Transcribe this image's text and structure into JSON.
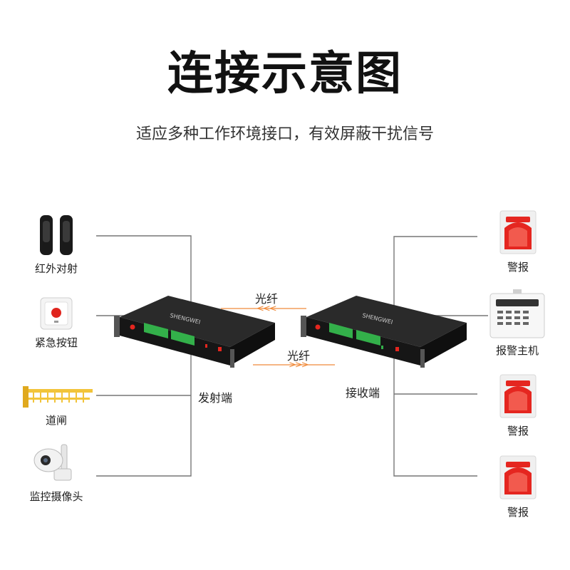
{
  "header": {
    "title": "连接示意图",
    "subtitle": "适应多种工作环境接口，有效屏蔽干扰信号"
  },
  "left_devices": [
    {
      "label": "红外对射",
      "icon": "infrared-beam-detector-icon"
    },
    {
      "label": "紧急按钮",
      "icon": "emergency-button-icon"
    },
    {
      "label": "道闸",
      "icon": "barrier-gate-icon"
    },
    {
      "label": "监控摄像头",
      "icon": "surveillance-camera-icon"
    }
  ],
  "right_devices": [
    {
      "label": "警报",
      "icon": "alarm-siren-icon"
    },
    {
      "label": "报警主机",
      "icon": "alarm-host-icon"
    },
    {
      "label": "警报",
      "icon": "alarm-siren-icon"
    },
    {
      "label": "警报",
      "icon": "alarm-siren-icon"
    }
  ],
  "transmitter": {
    "label": "发射端",
    "brand": "SHENGWEI"
  },
  "receiver": {
    "label": "接收端",
    "brand": "SHENGWEI"
  },
  "links": [
    {
      "label": "光纤",
      "arrows": "<<<"
    },
    {
      "label": "光纤",
      "arrows": ">>>"
    }
  ],
  "colors": {
    "wire": "#777777",
    "fiber_arrow": "#f08a3a",
    "device_body": "#1e1e1e",
    "terminal": "#33b04a",
    "siren": "#e52620"
  }
}
